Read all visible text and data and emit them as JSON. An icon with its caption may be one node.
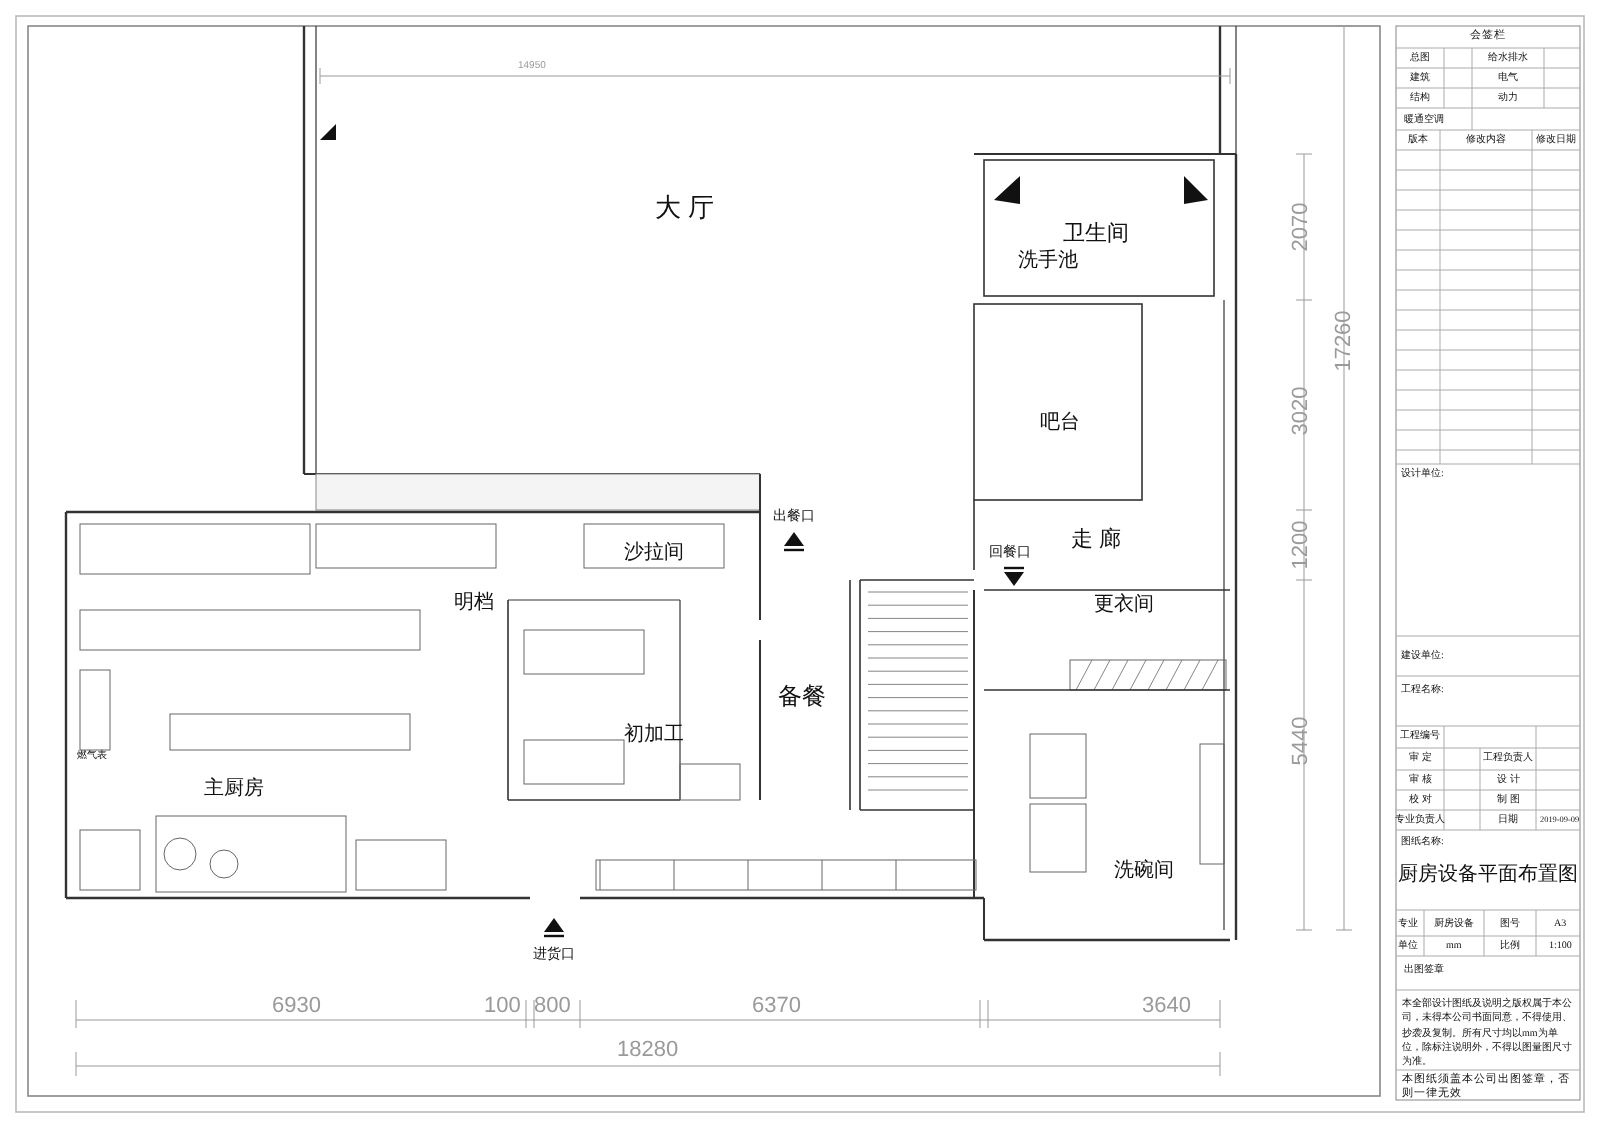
{
  "diagram": {
    "labels": [
      "14950",
      "大 厅",
      "卫生间",
      "洗手池",
      "2070",
      "17260",
      "3020",
      "吧台",
      "出餐口",
      "回餐口",
      "走 廊",
      "1200",
      "沙拉间",
      "明档",
      "更衣间",
      "备餐",
      "5440",
      "初加工",
      "燃气表",
      "主厨房",
      "洗碗间",
      "进货口",
      "6930",
      "100",
      "800",
      "6370",
      "3640",
      "18280",
      "会签栏",
      "总图",
      "给水排水",
      "建筑",
      "电气",
      "结构",
      "动力",
      "暖通空调",
      "版本",
      "修改内容",
      "修改日期",
      "设计单位:",
      "建设单位:",
      "工程名称:",
      "工程编号",
      "审 定",
      "工程负责人",
      "审 核",
      "设 计",
      "校 对",
      "制 图",
      "专业负责人",
      "日期",
      "2019-09-09",
      "图纸名称:",
      "厨房设备平面布置图",
      "专业",
      "厨房设备",
      "图号",
      "A3",
      "单位",
      "mm",
      "比例",
      "1:100",
      "出图签章",
      "本全部设计图纸及说明之版权属于本公司，未得本公司书面同意，不得使用、抄袭及复制。所有尺寸均以mm为单位，除标注说明外，不得以图量图尺寸为准。",
      "本图纸须盖本公司出图签章，否则一律无效"
    ]
  }
}
